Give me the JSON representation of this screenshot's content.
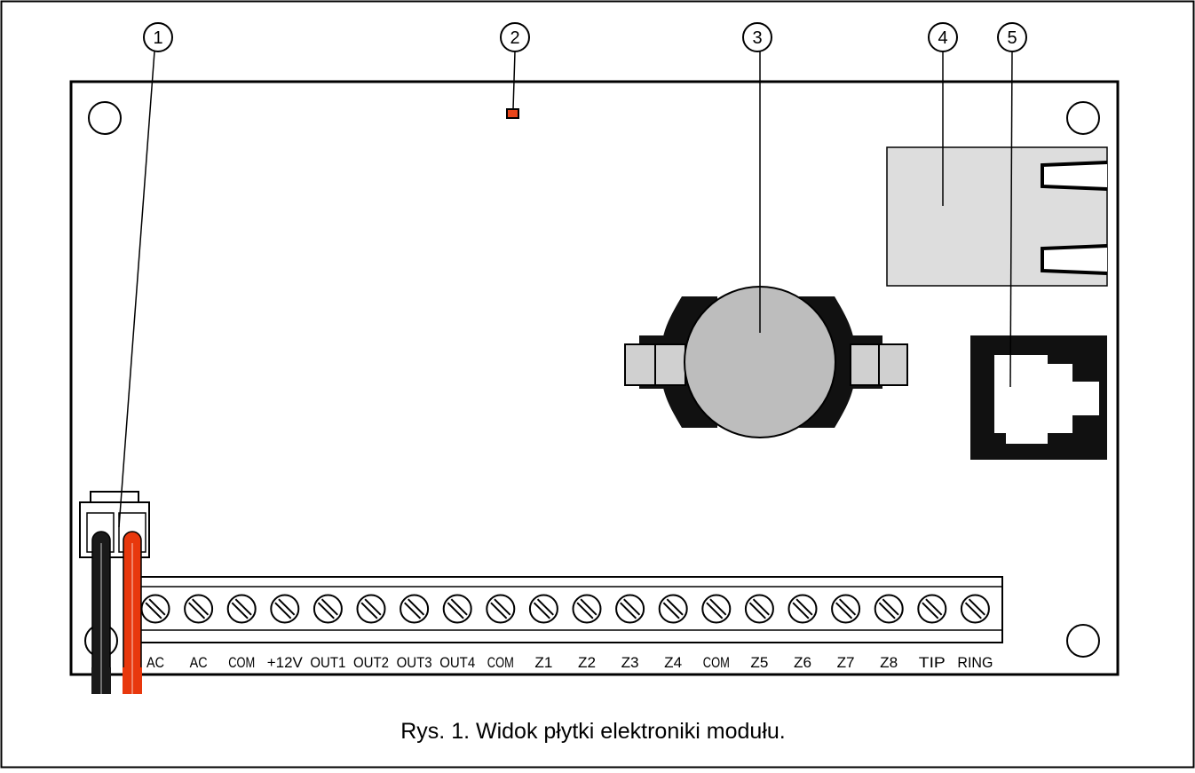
{
  "caption": "Rys. 1. Widok płytki elektroniki modułu.",
  "callouts": [
    "1",
    "2",
    "3",
    "4",
    "5"
  ],
  "terminals": [
    "AC",
    "AC",
    "COM",
    "+12V",
    "OUT1",
    "OUT2",
    "OUT3",
    "OUT4",
    "COM",
    "Z1",
    "Z2",
    "Z3",
    "Z4",
    "COM",
    "Z5",
    "Z6",
    "Z7",
    "Z8",
    "TIP",
    "RING"
  ],
  "colors": {
    "outline": "#000000",
    "led": "#e8451a",
    "red_wire": "#e8380d",
    "black_wire": "#1a1a1a",
    "ethernet_body": "#dddddd",
    "battery": "#bdbdbd"
  },
  "parts": {
    "callout_1": "power-connector",
    "callout_2": "led",
    "callout_3": "battery",
    "callout_4": "ethernet-port",
    "callout_5": "rj-phone-socket"
  }
}
